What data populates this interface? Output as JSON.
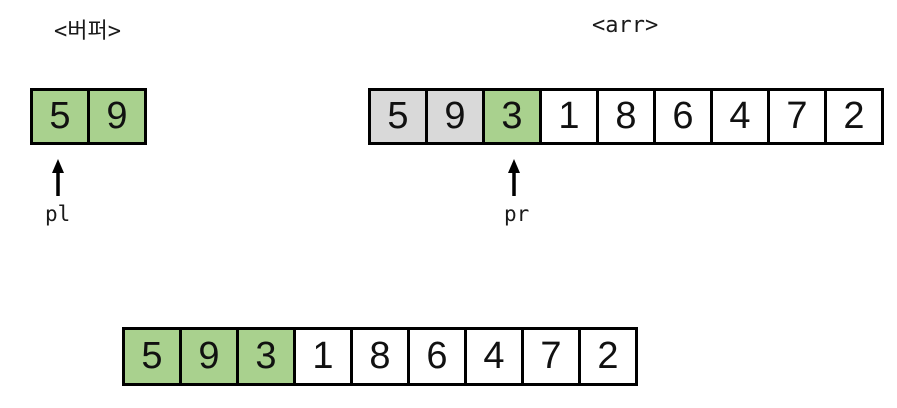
{
  "colors": {
    "green": "#a9d18e",
    "gray": "#d9d9d9",
    "cell-border": "#000000",
    "canvas-bg": "#ffffff"
  },
  "buffer": {
    "title": "<버퍼>",
    "pointer_label": "pl",
    "cells": [
      {
        "value": "5",
        "state": "green"
      },
      {
        "value": "9",
        "state": "green"
      }
    ]
  },
  "arr": {
    "title": "<arr>",
    "pointer_label": "pr",
    "cells": [
      {
        "value": "5",
        "state": "gray"
      },
      {
        "value": "9",
        "state": "gray"
      },
      {
        "value": "3",
        "state": "green"
      },
      {
        "value": "1",
        "state": "white"
      },
      {
        "value": "8",
        "state": "white"
      },
      {
        "value": "6",
        "state": "white"
      },
      {
        "value": "4",
        "state": "white"
      },
      {
        "value": "7",
        "state": "white"
      },
      {
        "value": "2",
        "state": "white"
      }
    ]
  },
  "merged": {
    "cells": [
      {
        "value": "5",
        "state": "green"
      },
      {
        "value": "9",
        "state": "green"
      },
      {
        "value": "3",
        "state": "green"
      },
      {
        "value": "1",
        "state": "white"
      },
      {
        "value": "8",
        "state": "white"
      },
      {
        "value": "6",
        "state": "white"
      },
      {
        "value": "4",
        "state": "white"
      },
      {
        "value": "7",
        "state": "white"
      },
      {
        "value": "2",
        "state": "white"
      }
    ]
  }
}
